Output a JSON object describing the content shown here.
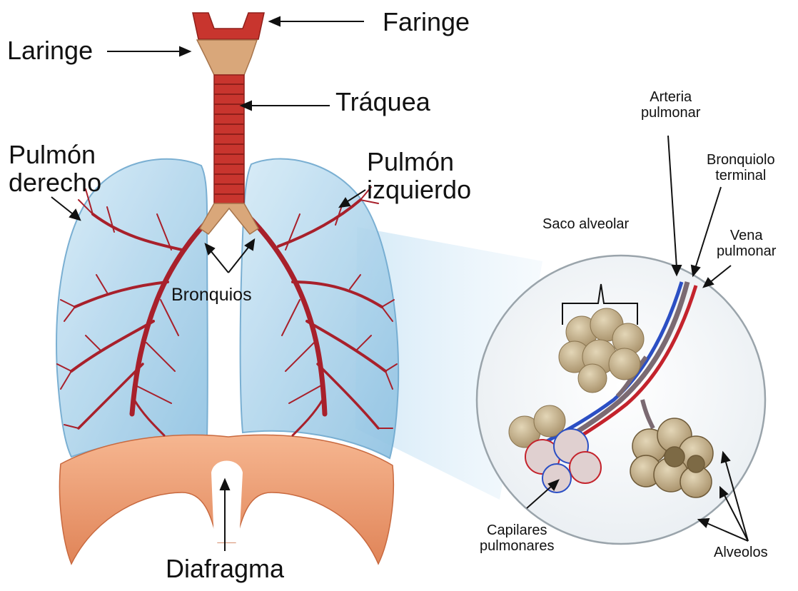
{
  "labels": {
    "faringe": "Faringe",
    "laringe": "Laringe",
    "traquea": "Tráquea",
    "pulmon_derecho": [
      "Pulmón",
      "derecho"
    ],
    "pulmon_izquierdo": [
      "Pulmón",
      "izquierdo"
    ],
    "bronquios": "Bronquios",
    "diafragma": "Diafragma",
    "arteria_pulmonar": [
      "Arteria",
      "pulmonar"
    ],
    "bronquiolo_terminal": [
      "Bronquiolo",
      "terminal"
    ],
    "vena_pulmonar": [
      "Vena",
      "pulmonar"
    ],
    "saco_alveolar": "Saco alveolar",
    "capilares_pulmonares": [
      "Capilares",
      "pulmonares"
    ],
    "alveolos": "Alveolos"
  },
  "colors": {
    "lung_fill": "#b9dcf0",
    "lung_edge": "#6fa9cf",
    "bronchi": "#a8202b",
    "trachea": "#c8352e",
    "cartilage": "#d9a77a",
    "diaphragm": "#f0a07a",
    "alveoli": "#c6b28c",
    "artery_blue": "#2b4fc4",
    "vein_red": "#c4232c"
  }
}
